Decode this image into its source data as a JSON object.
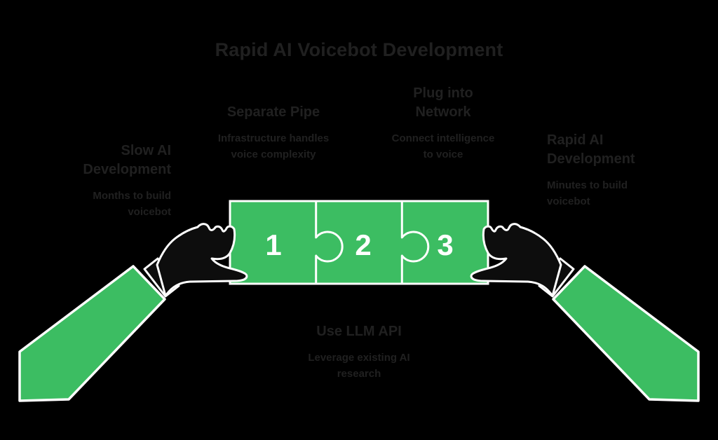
{
  "title": "Rapid AI Voicebot Development",
  "colors": {
    "background": "#000000",
    "accent_green": "#3CBD62",
    "text": "#202020",
    "outline": "#FFFFFF",
    "hand": "#0D0D0D"
  },
  "sections": {
    "slow_ai": {
      "heading_line1": "Slow AI",
      "heading_line2": "Development",
      "subtitle_line1": "Months to build",
      "subtitle_line2": "voicebot"
    },
    "separate_pipe": {
      "heading_line1": "Separate Pipe",
      "subtitle_line1": "Infrastructure handles",
      "subtitle_line2": "voice complexity"
    },
    "plug_into_network": {
      "heading_line1": "Plug into",
      "heading_line2": "Network",
      "subtitle_line1": "Connect intelligence",
      "subtitle_line2": "to voice"
    },
    "rapid_ai": {
      "heading_line1": "Rapid AI",
      "heading_line2": "Development",
      "subtitle_line1": "Minutes to build",
      "subtitle_line2": "voicebot"
    },
    "use_llm_api": {
      "heading_line1": "Use LLM API",
      "subtitle_line1": "Leverage existing AI",
      "subtitle_line2": "research"
    }
  },
  "puzzle": {
    "pieces": [
      {
        "number": "1"
      },
      {
        "number": "2"
      },
      {
        "number": "3"
      }
    ]
  }
}
